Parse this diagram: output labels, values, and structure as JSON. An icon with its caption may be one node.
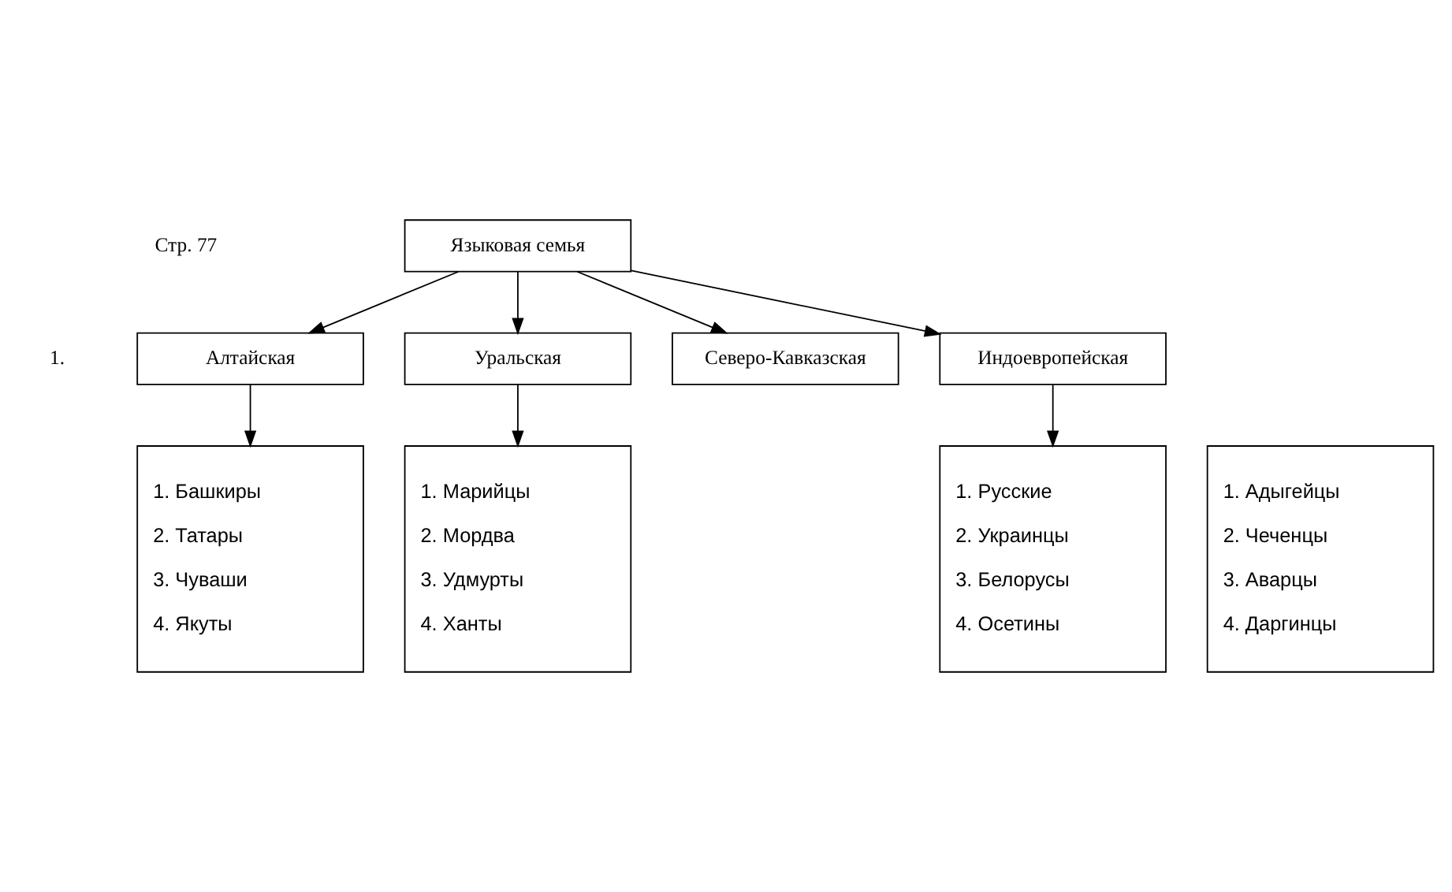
{
  "diagram": {
    "nodes": [
      {
        "text": [
          "Языковая семья"
        ]
      },
      {
        "text": [
          "Индоевропейская"
        ]
      },
      {
        "text": [
          "Алтайская"
        ]
      },
      {
        "text": [
          "Уральская"
        ]
      },
      {
        "text": [
          "Северо-Кавказская"
        ]
      },
      {
        "text": [
          "1. Русские",
          "2. Украинцы",
          "3. Белорусы",
          "4. Осетины"
        ]
      },
      {
        "text": [
          "1. Башкиры",
          "2. Татары",
          "3. Чуваши",
          "4. Якуты"
        ]
      },
      {
        "text": [
          "1. Марийцы",
          "2. Мордва",
          "3. Удмурты",
          "4. Ханты"
        ]
      },
      {
        "text": [
          "1. Адыгейцы",
          "2. Чеченцы",
          "3. Аварцы",
          "4. Даргинцы"
        ]
      }
    ],
    "edges": [
      {
        "from": 0,
        "to": 1,
        "arrow": "to"
      },
      {
        "from": 0,
        "to": 2,
        "arrow": "to"
      },
      {
        "from": 0,
        "to": 3,
        "arrow": "to"
      },
      {
        "from": 0,
        "to": 4,
        "arrow": "to"
      },
      {
        "from": 1,
        "to": 5,
        "arrow": "to"
      },
      {
        "from": 2,
        "to": 6,
        "arrow": "to"
      },
      {
        "from": 3,
        "to": 7,
        "arrow": "to"
      }
    ],
    "labels": [
      "Стр. 77",
      "1."
    ]
  }
}
